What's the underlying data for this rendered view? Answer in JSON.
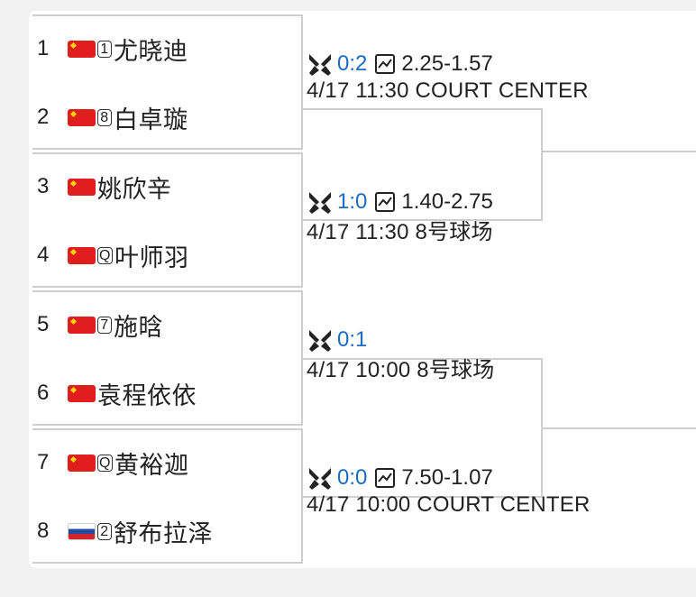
{
  "players": [
    {
      "seed": "1",
      "flag": "cn",
      "tag": "1",
      "name": "尤晓迪"
    },
    {
      "seed": "2",
      "flag": "cn",
      "tag": "8",
      "name": "白卓璇"
    },
    {
      "seed": "3",
      "flag": "cn",
      "tag": "",
      "name": "姚欣辛"
    },
    {
      "seed": "4",
      "flag": "cn",
      "tag": "Q",
      "name": "叶师羽"
    },
    {
      "seed": "5",
      "flag": "cn",
      "tag": "7",
      "name": "施晗"
    },
    {
      "seed": "6",
      "flag": "cn",
      "tag": "",
      "name": "袁程依依"
    },
    {
      "seed": "7",
      "flag": "cn",
      "tag": "Q",
      "name": "黄裕迦"
    },
    {
      "seed": "8",
      "flag": "ru",
      "tag": "2",
      "name": "舒布拉泽"
    }
  ],
  "matches": [
    {
      "h2h": "0:2",
      "odds": "2.25-1.57",
      "schedule": "4/17 11:30 COURT CENTER"
    },
    {
      "h2h": "1:0",
      "odds": "1.40-2.75",
      "schedule": "4/17 11:30 8号球场"
    },
    {
      "h2h": "0:1",
      "odds": "",
      "schedule": "4/17 10:00 8号球场"
    },
    {
      "h2h": "0:0",
      "odds": "7.50-1.07",
      "schedule": "4/17 10:00 COURT CENTER"
    }
  ],
  "icons": {
    "h2h": "crossed-swords-icon",
    "odds": "trend-chart-icon"
  },
  "colors": {
    "score": "#1a6cc4",
    "line": "#cfcfcf",
    "background": "#f2f2f2",
    "card": "#ffffff"
  }
}
